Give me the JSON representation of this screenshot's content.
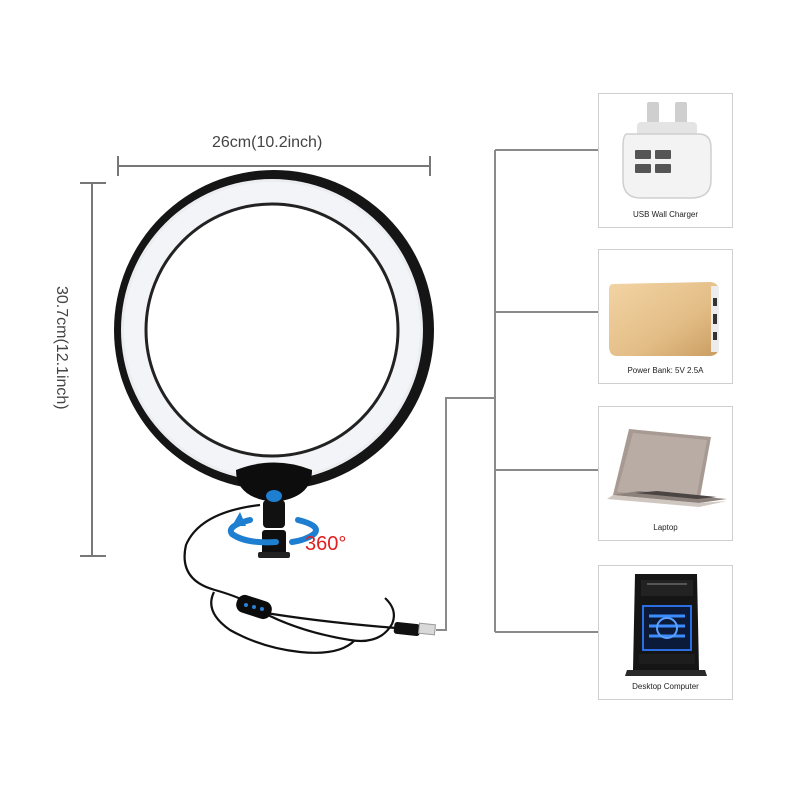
{
  "dimensions": {
    "width": "26cm(10.2inch)",
    "height": "30.7cm(12.1inch)"
  },
  "rotation_label": "360°",
  "devices": [
    {
      "label": "USB Wall Charger",
      "icon": "usb-wall-charger-icon"
    },
    {
      "label": "Power Bank: 5V 2.5A",
      "icon": "power-bank-icon"
    },
    {
      "label": "Laptop",
      "icon": "laptop-icon"
    },
    {
      "label": "Desktop Computer",
      "icon": "desktop-computer-icon"
    }
  ],
  "colors": {
    "ring_body": "#1a1a1a",
    "ring_light": "#eef0f4",
    "rotate_arrow": "#1e7fd0",
    "rotation_text": "#e02020",
    "connector_lines": "#8a8a8a"
  }
}
